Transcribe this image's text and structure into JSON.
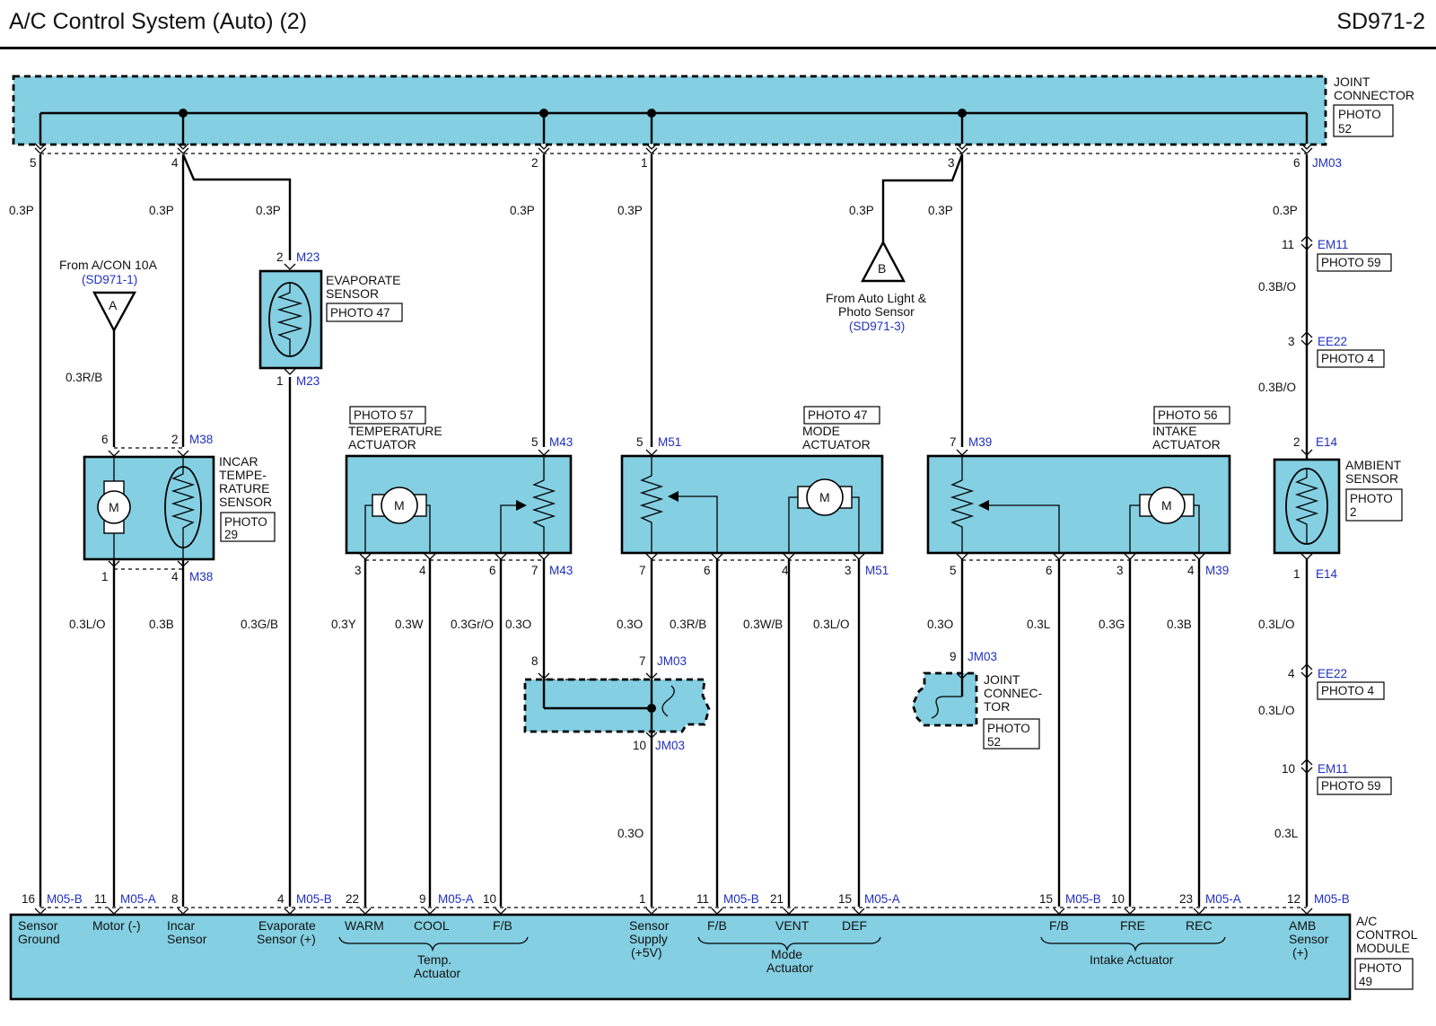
{
  "header": {
    "title": "A/C Control System (Auto) (2)",
    "code": "SD971-2"
  },
  "joint_connector_top": {
    "label_line1": "JOINT",
    "label_line2": "CONNECTOR",
    "photo_line1": "PHOTO",
    "photo_line2": "52",
    "pin_ref": "JM03"
  },
  "top_pins": {
    "p5": "5",
    "p4": "4",
    "p2": "2",
    "p1": "1",
    "p3": "3",
    "p6": "6"
  },
  "wire_colors": {
    "w1": "0.3P",
    "w2": "0.3P",
    "w3": "0.3P",
    "w4": "0.3P",
    "w5": "0.3P",
    "w6": "0.3P",
    "w7": "0.3P",
    "w8": "0.3P",
    "r_b": "0.3R/B",
    "c1": "0.3L/O",
    "c2": "0.3B",
    "c3": "0.3G/B",
    "c4": "0.3Y",
    "c5": "0.3W",
    "c6": "0.3Gr/O",
    "c7": "0.3O",
    "c8": "0.3O",
    "c9": "0.3R/B",
    "c10": "0.3W/B",
    "c11": "0.3L/O",
    "c12": "0.3O",
    "c13": "0.3L",
    "c14": "0.3G",
    "c15": "0.3B",
    "c16": "0.3O",
    "amb1": "0.3B/O",
    "amb2": "0.3B/O",
    "amb3": "0.3L/O",
    "amb4": "0.3L/O",
    "amb5": "0.3L"
  },
  "source_a": {
    "line1": "From A/CON 10A",
    "ref": "(SD971-1)",
    "letter": "A"
  },
  "source_b": {
    "line1": "From Auto Light &",
    "line2": "Photo Sensor",
    "ref": "(SD971-3)",
    "letter": "B"
  },
  "evap_sensor": {
    "label1": "EVAPORATE",
    "label2": "SENSOR",
    "photo": "PHOTO 47",
    "pin_top": "2",
    "pin_bot": "1",
    "ref": "M23"
  },
  "incar_sensor": {
    "l1": "INCAR",
    "l2": "TEMPE-",
    "l3": "RATURE",
    "l4": "SENSOR",
    "photo1": "PHOTO",
    "photo2": "29",
    "pin_tl": "6",
    "pin_tr": "2",
    "pin_bl": "1",
    "pin_br": "4",
    "ref": "M38",
    "motor": "M"
  },
  "temp_actuator": {
    "photo": "PHOTO 57",
    "l1": "TEMPERATURE",
    "l2": "ACTUATOR",
    "pin_top": "5",
    "ref": "M43",
    "pins": [
      "3",
      "4",
      "6",
      "7"
    ],
    "motor": "M"
  },
  "mode_actuator": {
    "photo": "PHOTO 47",
    "l1": "MODE",
    "l2": "ACTUATOR",
    "pin_top": "5",
    "ref": "M51",
    "pins": [
      "7",
      "6",
      "4",
      "3"
    ],
    "motor": "M"
  },
  "intake_actuator": {
    "photo": "PHOTO 56",
    "l1": "INTAKE",
    "l2": "ACTUATOR",
    "pin_top": "7",
    "ref": "M39",
    "pins": [
      "5",
      "6",
      "3",
      "4"
    ],
    "motor": "M"
  },
  "ambient_sensor": {
    "l1": "AMBIENT",
    "l2": "SENSOR",
    "photo1": "PHOTO",
    "photo2": "2",
    "pin_top": "2",
    "pin_bot": "1",
    "ref": "E14"
  },
  "amb_connectors": [
    {
      "pin": "11",
      "ref": "EM11",
      "photo": "PHOTO 59"
    },
    {
      "pin": "3",
      "ref": "EE22",
      "photo": "PHOTO 4"
    },
    {
      "pin": "4",
      "ref": "EE22",
      "photo": "PHOTO 4"
    },
    {
      "pin": "10",
      "ref": "EM11",
      "photo": "PHOTO 59"
    }
  ],
  "jm03_mid": {
    "pin_l": "8",
    "pin_r": "7",
    "pin_b": "10",
    "ref": "JM03"
  },
  "jm03_right": {
    "pin": "9",
    "ref": "JM03",
    "l1": "JOINT",
    "l2": "CONNEC-",
    "l3": "TOR",
    "photo1": "PHOTO",
    "photo2": "52"
  },
  "bottom_pins": {
    "p16": "16",
    "p11a": "11",
    "p8": "8",
    "p4": "4",
    "p22": "22",
    "p9": "9",
    "p10a": "10",
    "p1": "1",
    "p11b": "11",
    "p21": "21",
    "p15a": "15",
    "p15b": "15",
    "p10b": "10",
    "p23": "23",
    "p12": "12",
    "r1": "M05-B",
    "r2": "M05-A",
    "r3": "M05-B",
    "r4": "M05-A",
    "r5": "M05-B",
    "r6": "M05-A",
    "r7": "M05-B",
    "r8": "M05-A",
    "r9": "M05-B"
  },
  "module": {
    "t1a": "Sensor",
    "t1b": "Ground",
    "t2": "Motor (-)",
    "t3a": "Incar",
    "t3b": "Sensor",
    "t4a": "Evaporate",
    "t4b": "Sensor (+)",
    "t5": "WARM",
    "t6": "COOL",
    "t7": "F/B",
    "t8a": "Temp.",
    "t8b": "Actuator",
    "t9a": "Sensor",
    "t9b": "Supply",
    "t9c": "(+5V)",
    "t10": "F/B",
    "t11": "VENT",
    "t12": "DEF",
    "t13a": "Mode",
    "t13b": "Actuator",
    "t14": "F/B",
    "t15": "FRE",
    "t16": "REC",
    "t17": "Intake Actuator",
    "t18a": "AMB",
    "t18b": "Sensor",
    "t18c": "(+)",
    "name1": "A/C",
    "name2": "CONTROL",
    "name3": "MODULE",
    "photo1": "PHOTO",
    "photo2": "49"
  }
}
